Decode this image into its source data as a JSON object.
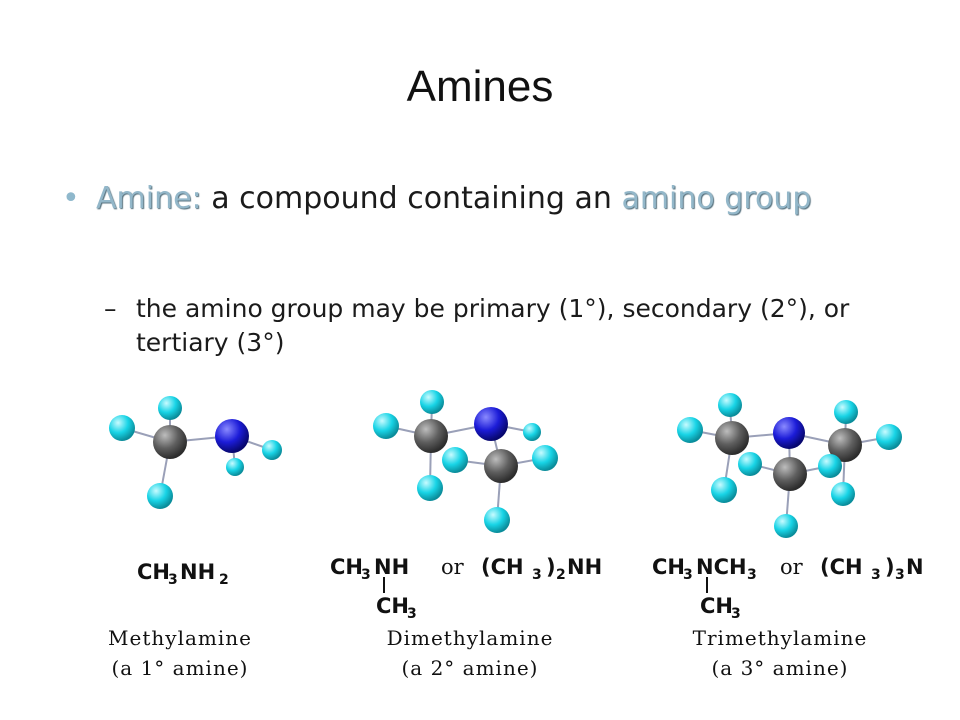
{
  "title": "Amines",
  "bullet": {
    "term": "Amine:",
    "text": " a compound containing an ",
    "term2": "amino group"
  },
  "sub_bullet": {
    "dash": "–",
    "text": "the amino group may be primary (1°), secondary (2°), or tertiary (3°)"
  },
  "colors": {
    "carbon": "#5f5f5f",
    "nitrogen": "#1c1cd8",
    "hydrogen": "#18d4e6",
    "term": "#93b7c9"
  },
  "molecules": [
    {
      "formula": {
        "a": "CH",
        "a_sub": "3",
        "b": "NH",
        "b_sub": "2"
      },
      "name": "Methylamine",
      "class": "(a 1° amine)"
    },
    {
      "formula": {
        "a": "CH",
        "a_sub": "3",
        "b": "NH",
        "or": "or",
        "c": "(CH",
        "c_sub": "3",
        "d": ")",
        "d_sub": "2",
        "e": "NH",
        "branch": "CH",
        "branch_sub": "3"
      },
      "name": "Dimethylamine",
      "class": "(a 2° amine)"
    },
    {
      "formula": {
        "a": "CH",
        "a_sub": "3",
        "b": "NCH",
        "b_sub": "3",
        "or": "or",
        "c": "(CH",
        "c_sub": "3",
        "d": ")",
        "d_sub": "3",
        "e": "N",
        "branch": "CH",
        "branch_sub": "3"
      },
      "name": "Trimethylamine",
      "class": "(a 3° amine)"
    }
  ]
}
